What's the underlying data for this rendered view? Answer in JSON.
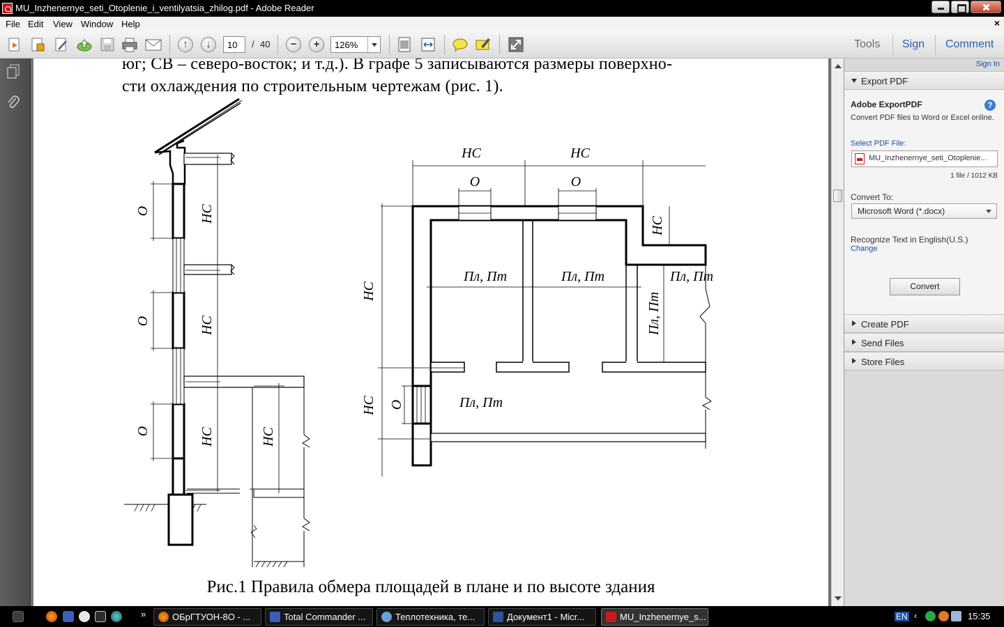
{
  "window": {
    "title": "MU_Inzhenernye_seti_Otoplenie_i_ventilyatsia_zhilog.pdf - Adobe Reader"
  },
  "menu": [
    "File",
    "Edit",
    "View",
    "Window",
    "Help"
  ],
  "toolbar": {
    "page_current": "10",
    "page_sep": "/",
    "page_total": "40",
    "zoom": "126%",
    "tools_label": "Tools",
    "sign_label": "Sign",
    "comment_label": "Comment"
  },
  "document": {
    "line1": "юг; СВ – северо-восток; и т.д.). В графе 5 записываются размеры поверхно-",
    "line2": "сти охлаждения по строительным чертежам (рис. 1).",
    "caption": "Рис.1 Правила обмера площадей в плане и по высоте здания",
    "figure_labels": {
      "o": "О",
      "hs": "НС",
      "pl_pt": "Пл, Пт"
    }
  },
  "right_pane": {
    "sign_in": "Sign In",
    "export_header": "Export PDF",
    "export_title": "Adobe ExportPDF",
    "export_desc": "Convert PDF files to Word or Excel online.",
    "select_file_label": "Select PDF File:",
    "file_name": "MU_Inzhenernye_seti_Otoplenie...",
    "file_count": "1 file / 1012 KB",
    "convert_to_label": "Convert To:",
    "convert_to_value": "Microsoft Word (*.docx)",
    "recognize_text": "Recognize Text in English(U.S.)",
    "change_link": "Change",
    "convert_button": "Convert",
    "create_pdf": "Create PDF",
    "send_files": "Send Files",
    "store_files": "Store Files"
  },
  "taskbar": {
    "tasks": [
      "ОБрГТУОН-8О - ...",
      "Total Commander ...",
      "Теплотехника, те...",
      "Документ1 - Micr...",
      "MU_Inzhenernye_s..."
    ],
    "chevron": "»",
    "lang": "EN",
    "time": "15:35"
  },
  "colors": {
    "link_blue": "#1d4fa0",
    "doc_bg": "#737373",
    "pdf_red": "#c81b1b"
  }
}
